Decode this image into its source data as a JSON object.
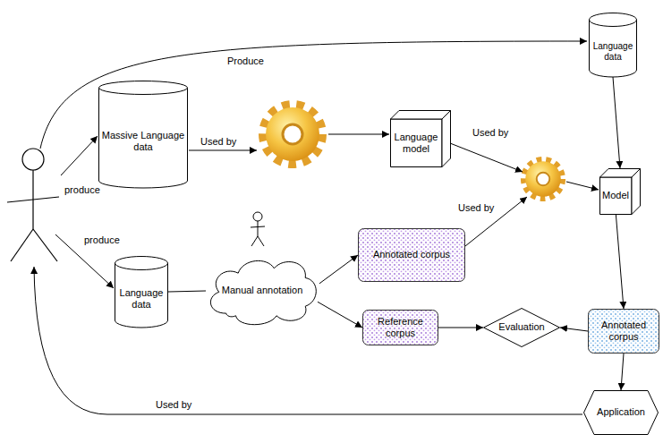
{
  "diagram": {
    "nodes": [
      {
        "text": [
          "Language data"
        ]
      },
      {
        "text": [
          "Massive Language data"
        ]
      },
      {
        "text": [
          "Language model"
        ]
      },
      {
        "text": [
          "Model"
        ]
      },
      {
        "text": [
          "Language data"
        ]
      },
      {
        "text": [
          "Manual annotation"
        ]
      },
      {
        "text": [
          "Annotated corpus"
        ]
      },
      {
        "text": [
          "Reference corpus"
        ]
      },
      {
        "text": [
          "Evaluation"
        ]
      },
      {
        "text": [
          "Annotated corpus"
        ]
      },
      {
        "text": [
          "Application"
        ]
      }
    ],
    "edges": [
      {
        "from": 0,
        "to": 3,
        "arrow": "to"
      },
      {
        "from": 4,
        "to": 5,
        "arrow": "none"
      },
      {
        "from": 5,
        "to": 6,
        "arrow": "to"
      },
      {
        "from": 5,
        "to": 7,
        "arrow": "to"
      },
      {
        "from": 7,
        "to": 8,
        "arrow": "to"
      },
      {
        "from": 9,
        "to": 8,
        "arrow": "to"
      },
      {
        "from": 3,
        "to": 9,
        "arrow": "to"
      },
      {
        "from": 9,
        "to": 10,
        "arrow": "to"
      }
    ],
    "labels": [
      "Produce",
      "Used by",
      "Used by",
      "produce",
      "Used by",
      "produce",
      "Used by"
    ]
  }
}
